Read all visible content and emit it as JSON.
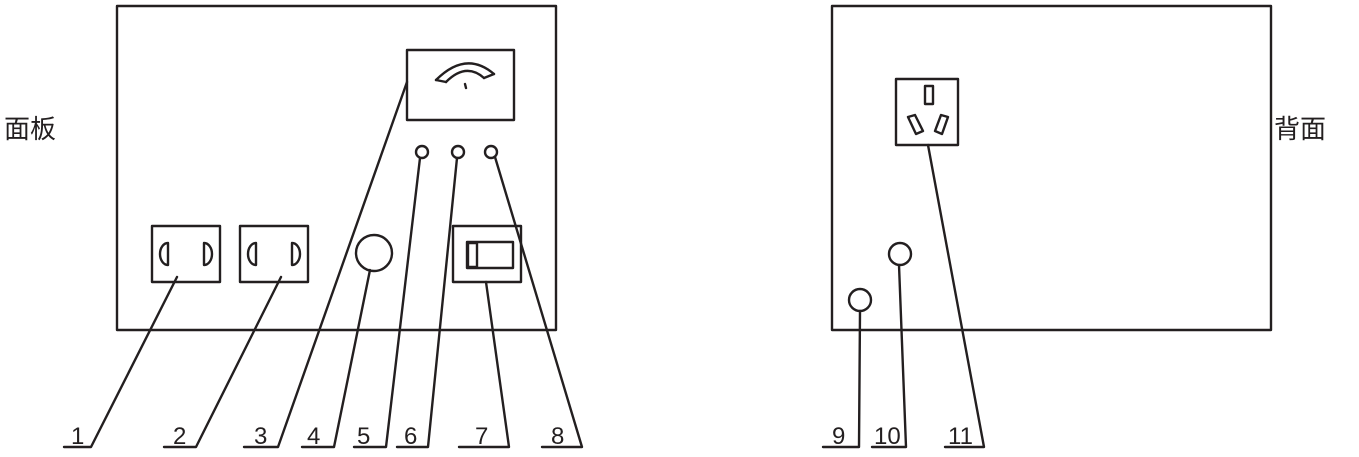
{
  "front_title": "面板",
  "back_title": "背面",
  "callouts": [
    "1",
    "2",
    "3",
    "4",
    "5",
    "6",
    "7",
    "8",
    "9",
    "10",
    "11"
  ]
}
